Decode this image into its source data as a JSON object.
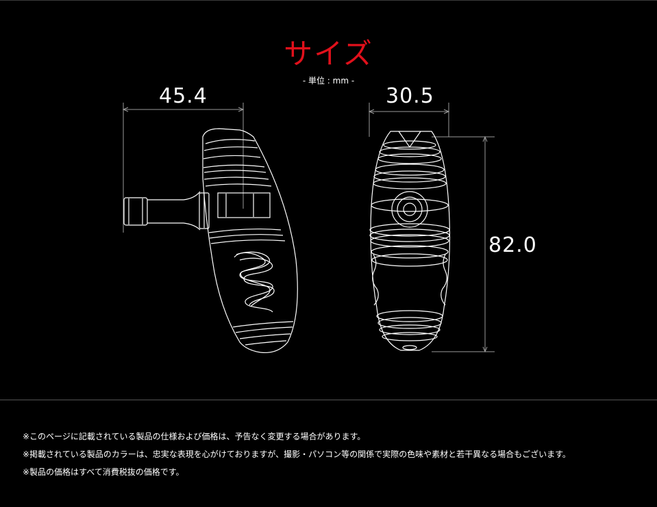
{
  "title": "サイズ",
  "unit_label": "- 単位 : mm -",
  "dimensions": {
    "side_width": "45.4",
    "front_width": "30.5",
    "height": "82.0"
  },
  "notes": [
    "※このページに記載されている製品の仕様および価格は、予告なく変更する場合があります。",
    "※掲載されている製品のカラーは、忠実な表現を心がけておりますが、撮影・パソコン等の関係で実際の色味や素材と若干異なる場合もございます。",
    "※製品の価格はすべて消費税抜の価格です。"
  ],
  "colors": {
    "background": "#000000",
    "title": "#e0101b",
    "line": "#ffffff",
    "dimension_line": "#9a9a9a"
  }
}
